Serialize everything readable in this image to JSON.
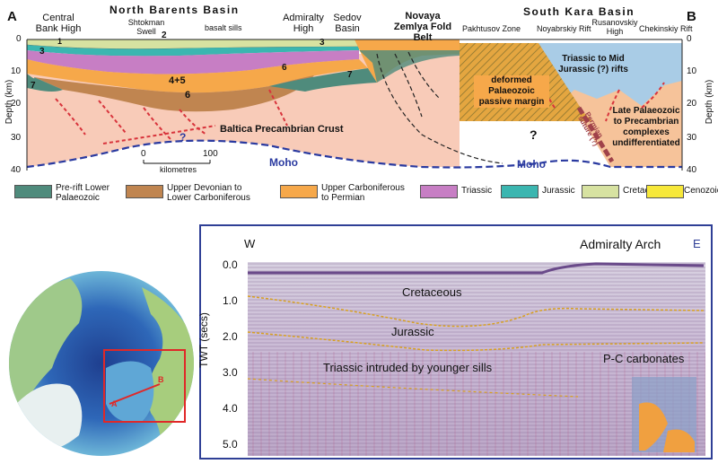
{
  "cross_section": {
    "end_labels": {
      "left": "A",
      "right": "B"
    },
    "basin_titles": {
      "north": "North Barents Basin",
      "south": "South Kara Basin",
      "fold_belt": "Novaya Zemlya Fold Belt"
    },
    "top_labels": {
      "central_bank": "Central Bank High",
      "shtokman": "Shtokman Swell",
      "basalt": "basalt sills",
      "admiralty": "Admiralty High",
      "sedov": "Sedov Basin",
      "pakhtusov": "Pakhtusov Zone",
      "noyabrskiy": "Noyabrskiy Rift",
      "rusanovskiy": "Rusanovskiy High",
      "chekinskiy": "Chekinskiy Rift"
    },
    "depth_axis": {
      "title": "Depth (km)",
      "ticks": [
        "0",
        "10",
        "20",
        "30",
        "40"
      ]
    },
    "unit_numbers": {
      "u1": "1",
      "u2": "2",
      "u3a": "3",
      "u3b": "3",
      "u45": "4+5",
      "u6a": "6",
      "u6b": "6",
      "u7a": "7",
      "u7b": "7"
    },
    "annotations": {
      "baltica": "Baltica Precambrian Crust",
      "deformed": "deformed Palaeozoic passive margin",
      "triassic_rifts": "Triassic to Mid Jurassic (?) rifts",
      "late_pz": "Late Palaeozoic to Precambrian complexes undifferentiated",
      "permian_suture": "Permian suture (?)",
      "question_center": "?",
      "question_moho": "?",
      "moho_left": "Moho",
      "moho_right": "Moho"
    },
    "scale_bar": {
      "zero": "0",
      "hundred": "100",
      "unit": "kilometres"
    }
  },
  "legend": [
    {
      "label": "Pre-rift Lower Palaeozoic",
      "color": "#4f8b7c"
    },
    {
      "label": "Upper Devonian to Lower Carboniferous",
      "color": "#c08550"
    },
    {
      "label": "Upper Carboniferous to Permian",
      "color": "#f6a84a"
    },
    {
      "label": "Triassic",
      "color": "#c77ec4"
    },
    {
      "label": "Jurassic",
      "color": "#3bb6b0"
    },
    {
      "label": "Cretaceous",
      "color": "#d7e2a1"
    },
    {
      "label": "Cenozoic",
      "color": "#f7e83a"
    }
  ],
  "map": {
    "marker_a": "A",
    "marker_b": "B"
  },
  "seismic": {
    "west": "W",
    "east": "E",
    "admiralty_arch": "Admiralty Arch",
    "axis_title": "TWT (secs)",
    "ticks": [
      "0.0",
      "1.0",
      "2.0",
      "3.0",
      "4.0",
      "5.0"
    ],
    "cretaceous": "Cretaceous",
    "jurassic": "Jurassic",
    "triassic": "Triassic intruded by younger sills",
    "pc_carbonates": "P-C carbonates"
  },
  "colors": {
    "moho": "#2a3aa0",
    "crust": "#f8cbb8",
    "frame": "#2f3f96",
    "suture": "#a0424a",
    "faults": "#d8343c"
  }
}
